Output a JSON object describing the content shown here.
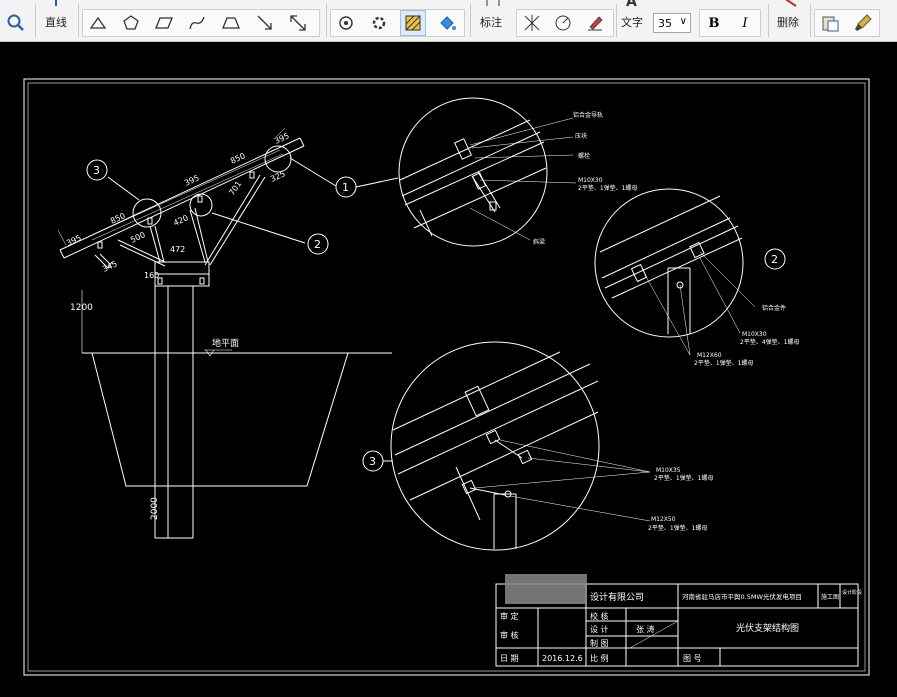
{
  "toolbar": {
    "line_label": "直线",
    "annotate_label": "标注",
    "text_label": "文字",
    "font_size": "35",
    "bold_label": "B",
    "italic_label": "I",
    "delete_label": "删除"
  },
  "drawing": {
    "callouts": [
      "1",
      "2",
      "3",
      "2",
      "3"
    ],
    "dimensions": {
      "d395_top": "395",
      "d850_top": "850",
      "d395_mid": "395",
      "d325": "325",
      "d850_left": "850",
      "d701": "701",
      "d395_left": "395",
      "d420": "420",
      "d500": "500",
      "d472": "472",
      "d345": "345",
      "d160": "160",
      "d1200": "1200",
      "d2000": "2000"
    },
    "ground_label": "地平面",
    "detail1_notes": [
      "铝合金导轨",
      "压块",
      "螺栓",
      "M10X30",
      "2平垫、1弹垫、1螺母",
      "斜梁"
    ],
    "detail2_notes": [
      "铝合金件",
      "M10X30",
      "2平垫、4弹垫、1螺母",
      "M12X60",
      "2平垫、1弹垫、1螺母"
    ],
    "detail3_notes": [
      "M10X35",
      "2平垫、1弹垫、1螺母",
      "M12X50",
      "2平垫、1弹垫、1螺母"
    ]
  },
  "title_block": {
    "company": "设计有限公司",
    "project": "河南省驻马店市平舆0.5MW光伏发电项目",
    "stage": "施工图",
    "design_stage_label": "设计阶段",
    "drawing_title": "光伏支架结构图",
    "rows": [
      {
        "left_label": "审 定",
        "left_value": "",
        "mid_label": "校 核",
        "mid_value": ""
      },
      {
        "left_label": "审 核",
        "left_value": "",
        "mid_label": "设 计",
        "mid_value": "张 涛"
      },
      {
        "left_label": "",
        "left_value": "",
        "mid_label": "制 图",
        "mid_value": ""
      },
      {
        "left_label": "日 期",
        "left_value": "2016.12.6",
        "mid_label": "比 例",
        "mid_value": ""
      }
    ],
    "drawing_no_label": "图 号",
    "drawing_no_value": ""
  }
}
